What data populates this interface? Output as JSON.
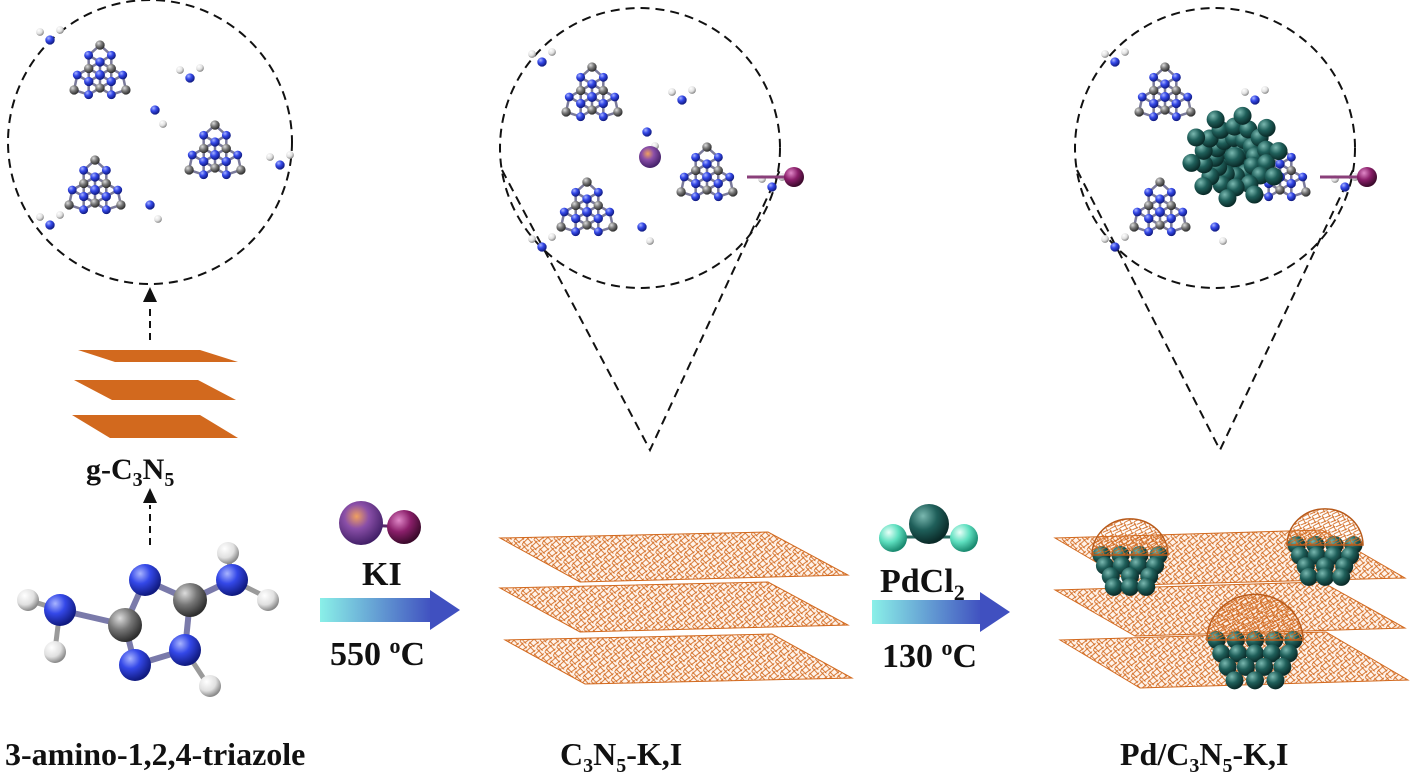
{
  "labels": {
    "precursor": "3-amino-1,2,4-triazole",
    "gc3n5_prefix": "g-C",
    "gc3n5_sub1": "3",
    "gc3n5_mid": "N",
    "gc3n5_sub2": "5",
    "product1_c": "C",
    "product1_sub1": "3",
    "product1_n": "N",
    "product1_sub2": "5",
    "product1_suffix": "-K,I",
    "product2_prefix": "Pd/C",
    "product2_sub1": "3",
    "product2_n": "N",
    "product2_sub2": "5",
    "product2_suffix": "-K,I"
  },
  "step1": {
    "reagent": "KI",
    "temperature_value": "550 ",
    "temperature_sup": "o",
    "temperature_unit": "C"
  },
  "step2": {
    "reagent_prefix": "PdCl",
    "reagent_sub": "2",
    "temperature_value": "130 ",
    "temperature_sup": "o",
    "temperature_unit": "C"
  },
  "colors": {
    "nitrogen": "#2a3ee0",
    "carbon": "#6b6b6b",
    "hydrogen": "#e8e8e8",
    "iodine": "#8a1f6a",
    "potassium": "#7a3fa0",
    "palladium": "#1f5f5a",
    "chlorine": "#5fe0c0",
    "sheet": "#d2691e",
    "arrow_start": "#7fe8e0",
    "arrow_end": "#4a5cc8"
  }
}
